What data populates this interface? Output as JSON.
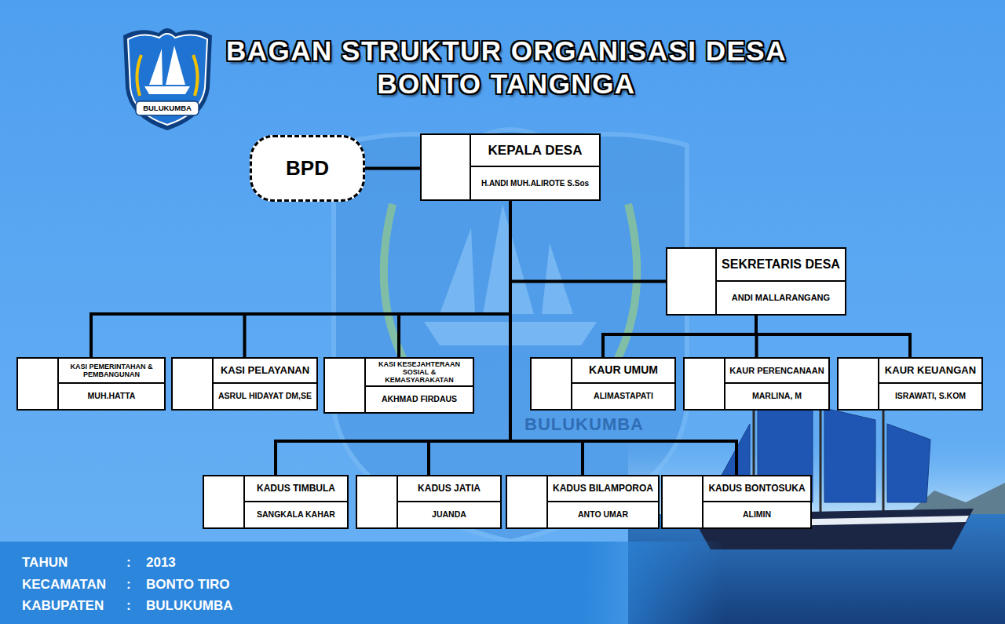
{
  "diagram": {
    "title": "BAGAN STRUKTUR ORGANISASI DESA BONTO TANGNGA",
    "nodes": [
      {
        "text": [
          "BPD"
        ]
      },
      {
        "text": [
          "KEPALA DESA",
          "H.ANDI MUH.ALIROTE S.Sos"
        ]
      },
      {
        "text": [
          "SEKRETARIS DESA",
          "ANDI MALLARANGANG"
        ]
      },
      {
        "text": [
          "KASI PEMERINTAHAN & PEMBANGUNAN",
          "MUH.HATTA"
        ]
      },
      {
        "text": [
          "KASI PELAYANAN",
          "ASRUL HIDAYAT DM,SE"
        ]
      },
      {
        "text": [
          "KASI KESEJAHTERAAN SOSIAL & KEMASYARAKATAN",
          "AKHMAD FIRDAUS"
        ]
      },
      {
        "text": [
          "KAUR UMUM",
          "ALIMASTAPATI"
        ]
      },
      {
        "text": [
          "KAUR PERENCANAAN",
          "MARLINA, M"
        ]
      },
      {
        "text": [
          "KAUR KEUANGAN",
          "ISRAWATI, S.KOM"
        ]
      },
      {
        "text": [
          "KADUS TIMBULA",
          "SANGKALA KAHAR"
        ]
      },
      {
        "text": [
          "KADUS JATIA",
          "JUANDA"
        ]
      },
      {
        "text": [
          "KADUS BILAMPOROA",
          "ANTO UMAR"
        ]
      },
      {
        "text": [
          "KADUS BONTOSUKA",
          "ALIMIN"
        ]
      }
    ],
    "edges": [
      {
        "from": 0,
        "to": 1,
        "arrow": "none"
      },
      {
        "from": 1,
        "to": 2,
        "arrow": "none"
      },
      {
        "from": 1,
        "to": 3,
        "arrow": "none"
      },
      {
        "from": 1,
        "to": 4,
        "arrow": "none"
      },
      {
        "from": 1,
        "to": 5,
        "arrow": "none"
      },
      {
        "from": 2,
        "to": 6,
        "arrow": "none"
      },
      {
        "from": 2,
        "to": 7,
        "arrow": "none"
      },
      {
        "from": 2,
        "to": 8,
        "arrow": "none"
      },
      {
        "from": 1,
        "to": 9,
        "arrow": "none"
      },
      {
        "from": 1,
        "to": 10,
        "arrow": "none"
      },
      {
        "from": 1,
        "to": 11,
        "arrow": "none"
      },
      {
        "from": 1,
        "to": 12,
        "arrow": "none"
      }
    ],
    "labels": [
      "BULUKUMBA",
      "BULUKUMBA",
      "TAHUN",
      ":",
      "2013",
      "KECAMATAN",
      ":",
      "BONTO TIRO",
      "KABUPATEN",
      ":",
      "BULUKUMBA"
    ]
  }
}
